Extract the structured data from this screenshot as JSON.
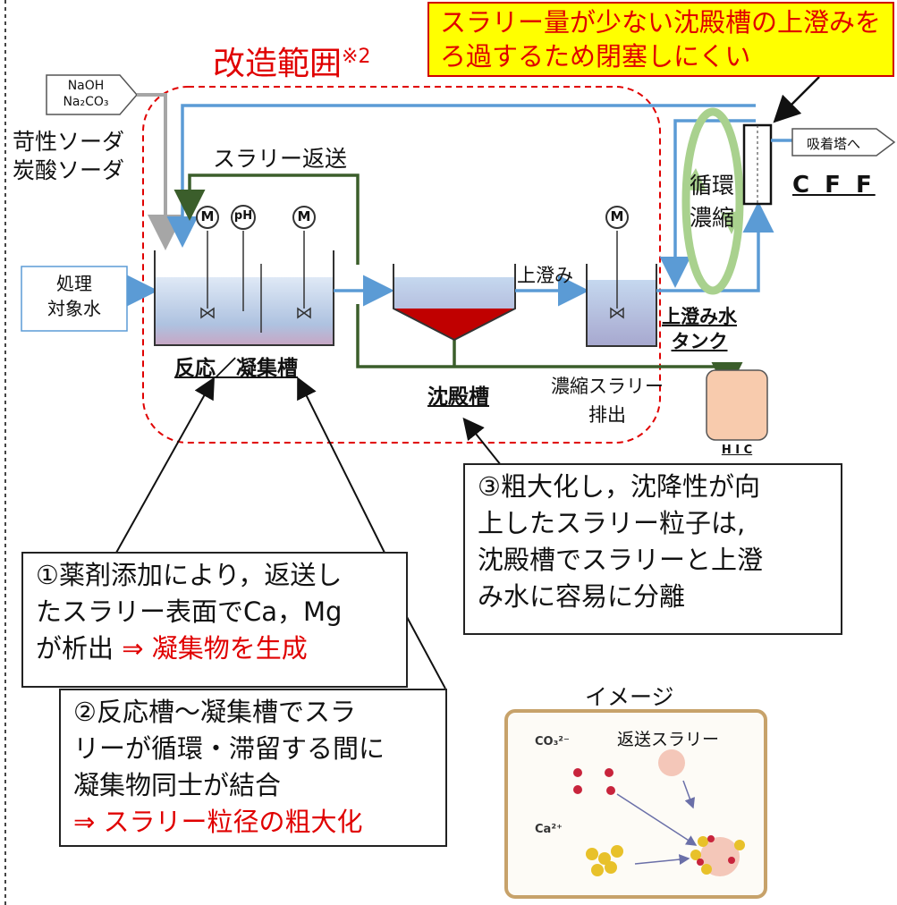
{
  "header": {
    "modification_scope": "改造範囲",
    "modification_scope_note": "※2",
    "cff_note": [
      "スラリー量が少ない沈殿槽の上澄みを",
      "ろ過するため閉塞しにくい"
    ]
  },
  "chemicals": {
    "formula_line1": "NaOH",
    "formula_line2": "Na₂CO₃",
    "name_line1": "苛性ソーダ",
    "name_line2": "炭酸ソーダ"
  },
  "labels": {
    "slurry_return": "スラリー返送",
    "influent_line1": "処理",
    "influent_line2": "対象水",
    "reaction_tank": "反応／凝集槽",
    "settling_tank": "沈殿槽",
    "supernatant": "上澄み",
    "supernatant_tank_line1": "上澄み水",
    "supernatant_tank_line2": "タンク",
    "concentrated_slurry_line1": "濃縮スラリー",
    "concentrated_slurry_line2": "排出",
    "hic": "H I C",
    "circulation_line1": "循環",
    "circulation_line2": "濃縮",
    "cff": "C F F",
    "to_adsorption_tower": "吸着塔へ",
    "motor": "M",
    "ph": "pH"
  },
  "callouts": {
    "c1_line1": "①薬剤添加により，返送し",
    "c1_line2": "たスラリー表面でCa，Mg",
    "c1_line3": "が析出",
    "c1_highlight": "⇒ 凝集物を生成",
    "c2_line1": "②反応槽～凝集槽でスラ",
    "c2_line2": "リーが循環・滞留する間に",
    "c2_line3": "凝集物同士が結合",
    "c2_highlight": "⇒ スラリー粒径の粗大化",
    "c3_line1": "③粗大化し，沈降性が向",
    "c3_line2": "上したスラリー粒子は,",
    "c3_line3": "沈殿槽でスラリーと上澄",
    "c3_line4": "み水に容易に分離"
  },
  "image_panel": {
    "title": "イメージ",
    "return_slurry": "返送スラリー",
    "co3": "CO₃²⁻",
    "ca": "Ca²⁺"
  },
  "colors": {
    "water_pipe": "#5b9bd5",
    "slurry_pipe": "#3b5e2b",
    "chemical_pipe": "#a6a6a6",
    "scope_border": "#e00000",
    "sludge": "#c00000",
    "circulation_arrow": "#a9d18e",
    "hic_fill": "#f8cbad"
  }
}
